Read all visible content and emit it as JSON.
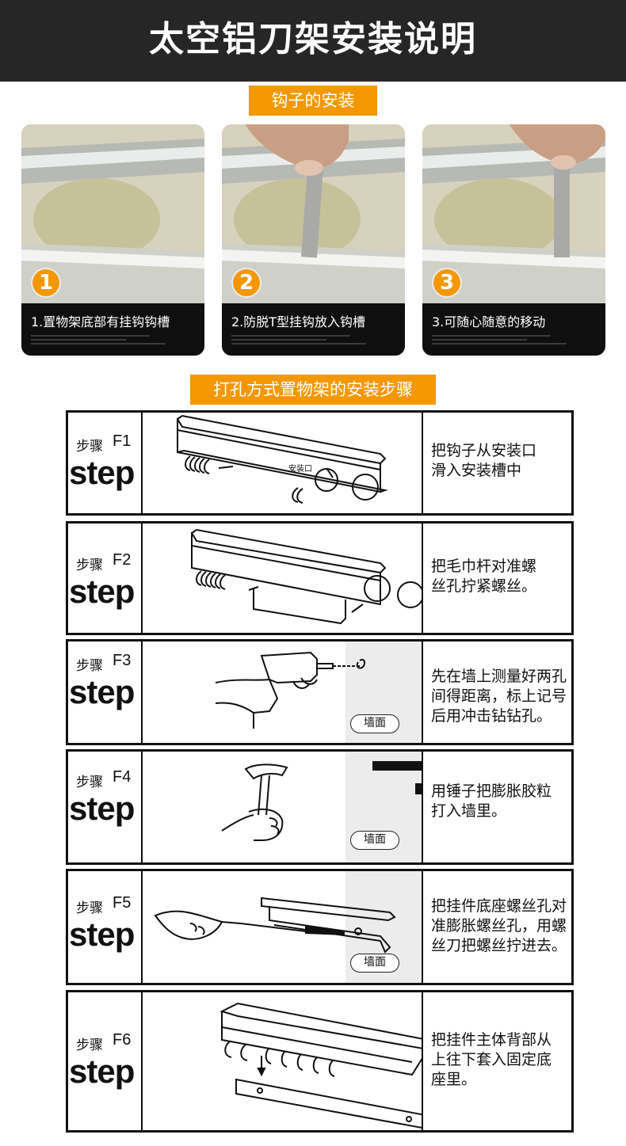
{
  "header": {
    "title": "太空铝刀架安装说明"
  },
  "hooks_section": {
    "label": "钩子的安装",
    "photos": [
      {
        "number": "1",
        "caption": "1.置物架底部有挂钩钩槽"
      },
      {
        "number": "2",
        "caption": "2.防脱T型挂钩放入钩槽"
      },
      {
        "number": "3",
        "caption": "3.可随心随意的移动"
      }
    ]
  },
  "steps_section": {
    "label": "打孔方式置物架的安装步骤",
    "steps": [
      {
        "zh": "步骤",
        "code": "F1",
        "en": "step",
        "desc": [
          "把钩子从安装口",
          "滑入安装槽中"
        ],
        "illus_label": "安装口"
      },
      {
        "zh": "步骤",
        "code": "F2",
        "en": "step",
        "desc": [
          "把毛巾杆对准螺",
          "丝孔拧紧螺丝。"
        ]
      },
      {
        "zh": "步骤",
        "code": "F3",
        "en": "step",
        "desc": [
          "先在墙上测量好两孔",
          "间得距离，标上记号",
          "后用冲击钻钻孔。"
        ],
        "wall": "墙面"
      },
      {
        "zh": "步骤",
        "code": "F4",
        "en": "step",
        "desc": [
          "用锤子把膨胀胶粒",
          "打入墙里。"
        ],
        "wall": "墙面"
      },
      {
        "zh": "步骤",
        "code": "F5",
        "en": "step",
        "desc": [
          "把挂件底座螺丝孔对",
          "准膨胀螺丝孔，用螺",
          "丝刀把螺丝拧进去。"
        ],
        "wall": "墙面"
      },
      {
        "zh": "步骤",
        "code": "F6",
        "en": "step",
        "desc": [
          "把挂件主体背部从",
          "上往下套入固定底",
          "座里。"
        ]
      }
    ]
  },
  "colors": {
    "header_bg": "#262626",
    "accent": "#f39800",
    "caption_bg": "#0f0f0f",
    "wall": "#ececec"
  },
  "icons": [
    "rail-icon",
    "hook-icon",
    "hand-icon",
    "drill-icon",
    "hammer-icon",
    "screwdriver-icon",
    "anchor-icon",
    "arrow-icon"
  ]
}
